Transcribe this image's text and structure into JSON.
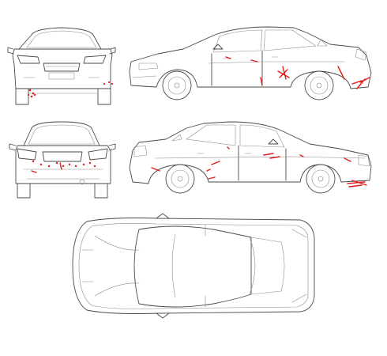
{
  "diagram": {
    "views": [
      {
        "id": "front",
        "label": ""
      },
      {
        "id": "right-side",
        "label": ""
      },
      {
        "id": "rear",
        "label": ""
      },
      {
        "id": "left-side",
        "label": ""
      },
      {
        "id": "top",
        "label": ""
      }
    ],
    "colors": {
      "outline": "#4a4a4a",
      "damage": "#e41a1a",
      "background": "#ffffff"
    }
  }
}
